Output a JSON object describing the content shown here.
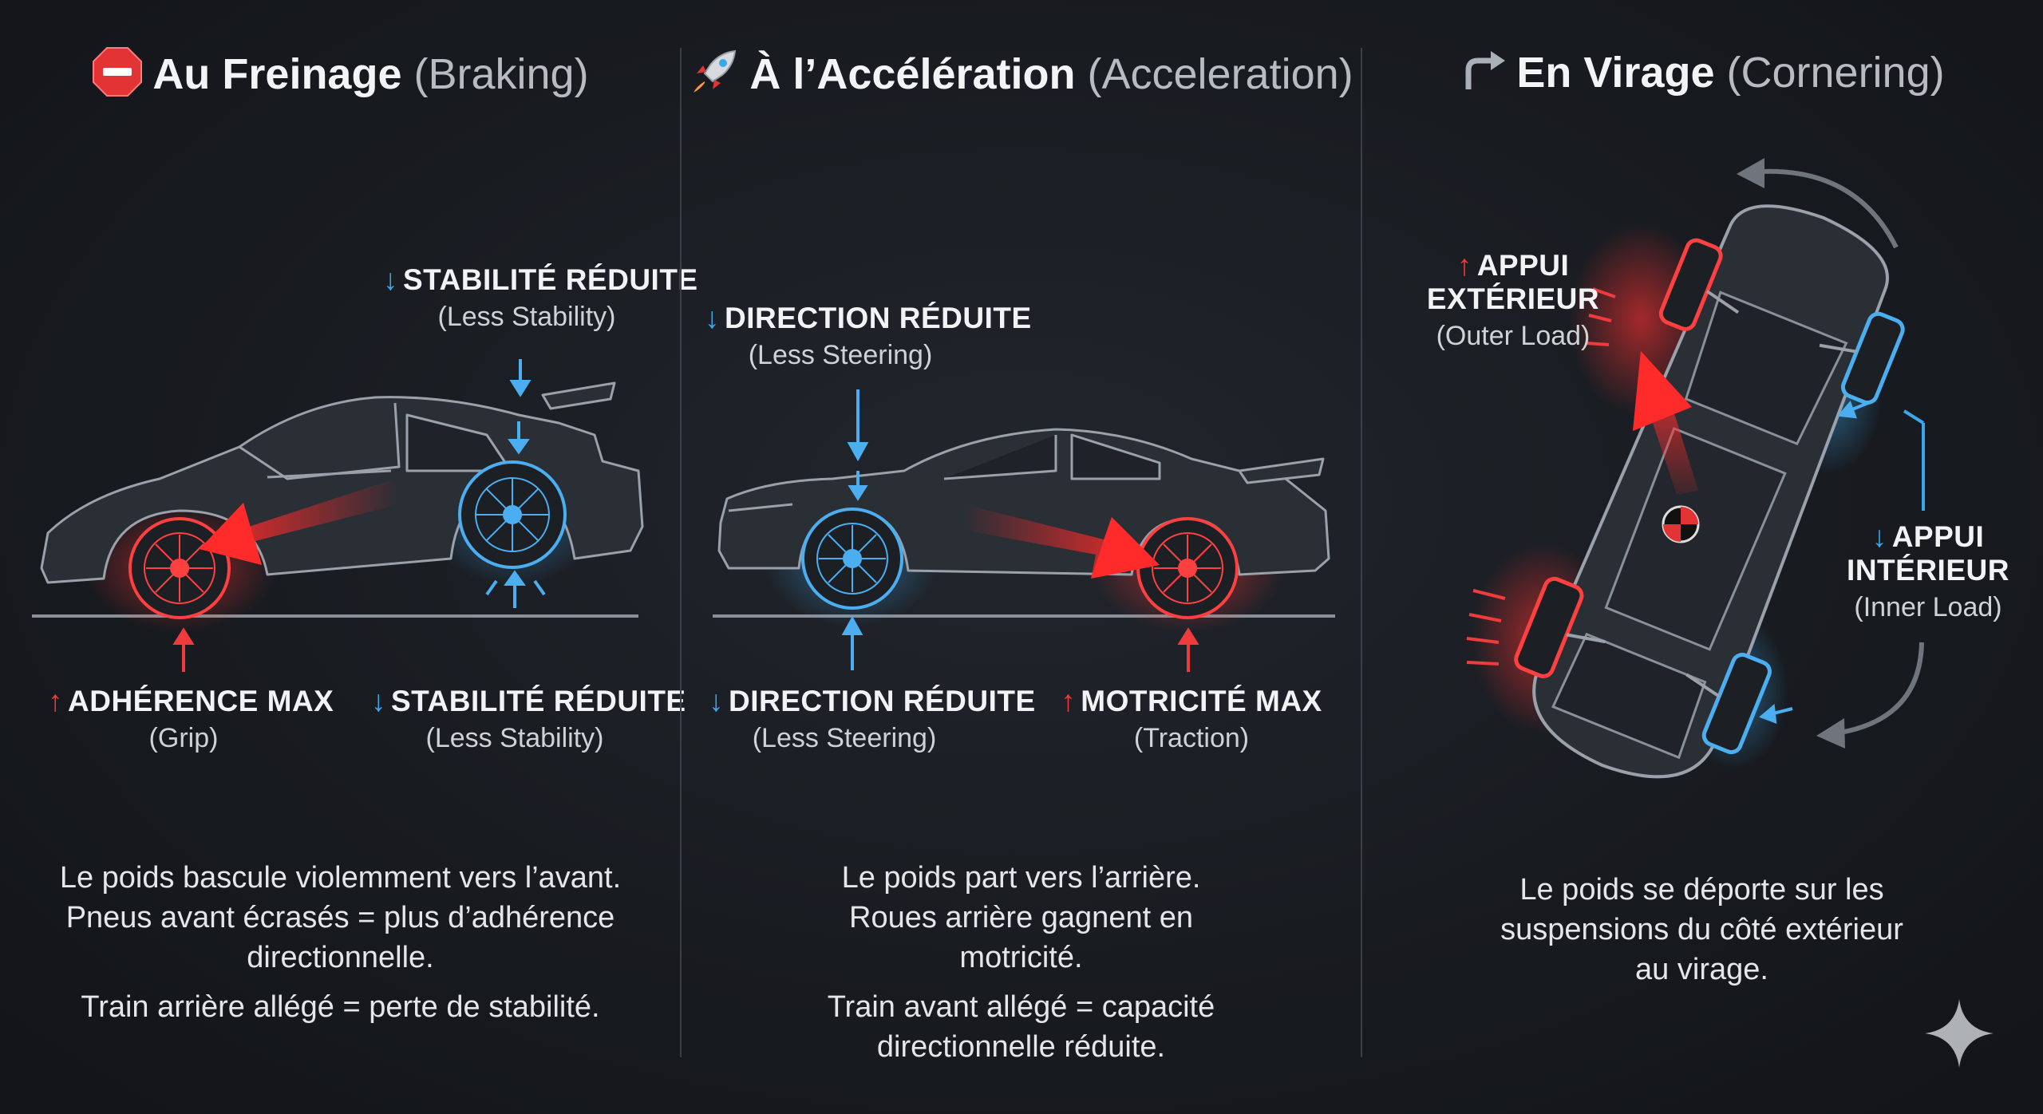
{
  "panels": [
    {
      "icon": "stop-sign-icon",
      "title": "Au Freinage",
      "subtitle": "(Braking)",
      "labels": [
        {
          "id": "top",
          "arrow": "↓",
          "arrow_color": "blue",
          "heading": "STABILITÉ RÉDUITE",
          "english": "(Less Stability)"
        },
        {
          "id": "bottom_left",
          "arrow": "↑",
          "arrow_color": "red",
          "heading": "ADHÉRENCE MAX",
          "english": "(Grip)"
        },
        {
          "id": "bottom_right",
          "arrow": "↓",
          "arrow_color": "blue",
          "heading": "STABILITÉ RÉDUITE",
          "english": "(Less Stability)"
        }
      ],
      "description": [
        "Le poids bascule violemment vers l’avant. Pneus avant écrasés = plus d’adhérence directionnelle.",
        "Train arrière allégé = perte de stabilité."
      ]
    },
    {
      "icon": "rocket-icon",
      "title": "À l’Accélération",
      "subtitle": "(Acceleration)",
      "labels": [
        {
          "id": "top",
          "arrow": "↓",
          "arrow_color": "blue",
          "heading": "DIRECTION RÉDUITE",
          "english": "(Less Steering)"
        },
        {
          "id": "bottom_left",
          "arrow": "↓",
          "arrow_color": "blue",
          "heading": "DIRECTION RÉDUITE",
          "english": "(Less Steering)"
        },
        {
          "id": "bottom_right",
          "arrow": "↑",
          "arrow_color": "red",
          "heading": "MOTRICITÉ MAX",
          "english": "(Traction)"
        }
      ],
      "description": [
        "Le poids part vers l’arrière. Roues arrière gagnent en motricité.",
        "Train avant allégé = capacité directionnelle réduite."
      ]
    },
    {
      "icon": "turn-right-arrow-icon",
      "title": "En Virage",
      "subtitle": "(Cornering)",
      "labels": [
        {
          "id": "outer",
          "arrow": "↑",
          "arrow_color": "red",
          "heading_lines": [
            "APPUI",
            "EXTÉRIEUR"
          ],
          "english": "(Outer Load)"
        },
        {
          "id": "inner",
          "arrow": "↓",
          "arrow_color": "blue",
          "heading_lines": [
            "APPUI",
            "INTÉRIEUR"
          ],
          "english": "(Inner Load)"
        }
      ],
      "description": [
        "Le poids se déporte sur les suspensions du côté extérieur au virage."
      ]
    }
  ],
  "colors": {
    "red": "#ef3b3b",
    "blue": "#3aa6ec",
    "background": "#16191e",
    "divider": "#3a3f47"
  },
  "corner_icon": "sparkle-star-icon"
}
